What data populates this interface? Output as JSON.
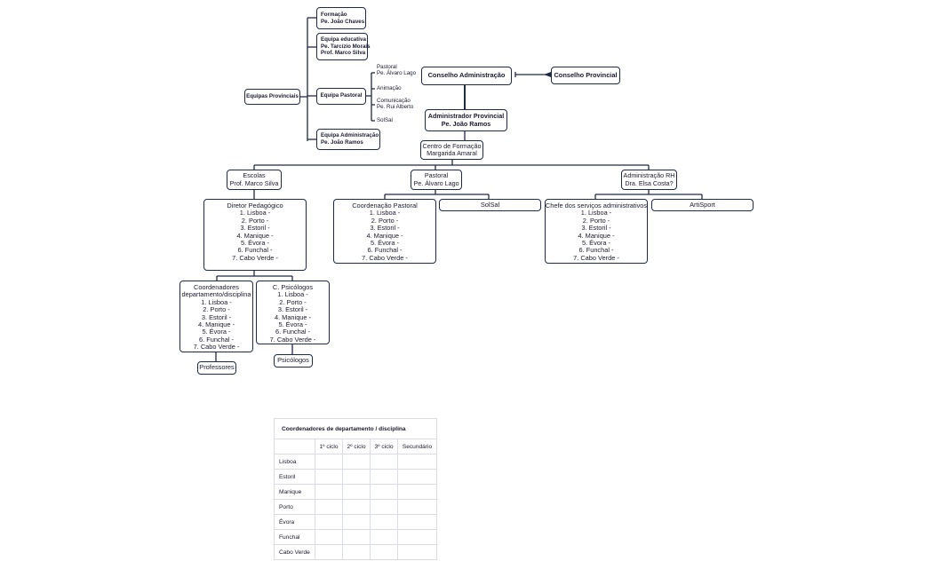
{
  "top": {
    "formacao": [
      "Formação",
      "Pe. João Chaves"
    ],
    "equipa_educativa": [
      "Equipa educativa",
      "Pe. Tarcízio Morais",
      "Prof. Marco Silva"
    ],
    "equipas_provinciais": "Equipas Provinciais",
    "equipa_pastoral": "Equipa Pastoral",
    "equipa_administracao": [
      "Equipa Administração",
      "Pe. João Ramos"
    ],
    "pastoral_sub": {
      "pastoral": [
        "Pastoral",
        "Pe. Álvaro Lago"
      ],
      "animacao": "Animação",
      "comunicacao": [
        "Comunicação",
        "Pe. Rui Alberto"
      ],
      "solsal": "SolSal"
    }
  },
  "main": {
    "conselho_admin": "Conselho Administração",
    "conselho_provincial": "Conselho Provincial",
    "admin_provincial": [
      "Administrador Provincial",
      "Pe. João Ramos"
    ],
    "centro_formacao": [
      "Centro de Formação",
      "Margarida Amaral"
    ],
    "escolas": [
      "Escolas",
      "Prof. Marco Silva"
    ],
    "pastoral": [
      "Pastoral",
      "Pe. Álvaro Lago"
    ],
    "admin_rh": [
      "Administração RH",
      "Dra. Elsa Costa?"
    ],
    "diretor_pedagogico": [
      "Diretor Pedagógico",
      "1. Lisboa -",
      "2. Porto -",
      "3. Estoril -",
      "4. Manique -",
      "5. Évora -",
      "6. Funchal -",
      "7. Cabo Verde -"
    ],
    "coord_pastoral": [
      "Coordenação Pastoral",
      "1. Lisboa -",
      "2. Porto -",
      "3. Estoril -",
      "4. Manique -",
      "5. Évora -",
      "6. Funchal -",
      "7. Cabo Verde -"
    ],
    "solsal": "SolSal",
    "chefe_servicos": [
      "Chefe dos serviços administrativos",
      "1. Lisboa -",
      "2. Porto -",
      "3. Estoril -",
      "4. Manique -",
      "5. Évora -",
      "6. Funchal -",
      "7. Cabo Verde -"
    ],
    "artisport": "ArtiSport",
    "coordenadores": [
      "Coordenadores",
      "departamento/disciplina",
      "1. Lisboa -",
      "2. Porto -",
      "3. Estoril -",
      "4. Manique -",
      "5. Évora -",
      "6. Funchal -",
      "7. Cabo Verde -"
    ],
    "psicologos_box": [
      "C. Psicólogos",
      "1. Lisboa -",
      "2. Porto -",
      "3. Estoril -",
      "4. Manique -",
      "5. Évora -",
      "6. Funchal -",
      "7. Cabo Verde -"
    ],
    "professores": "Professores",
    "psicologos": "Psicólogos"
  },
  "table": {
    "title": "Coordenadores de departamento / disciplina",
    "columns": [
      "1º ciclo",
      "2º ciclo",
      "3º ciclo",
      "Secundário"
    ],
    "rows": [
      "Lisboa",
      "Estoril",
      "Manique",
      "Porto",
      "Évora",
      "Funchal",
      "Cabo Verde"
    ]
  }
}
